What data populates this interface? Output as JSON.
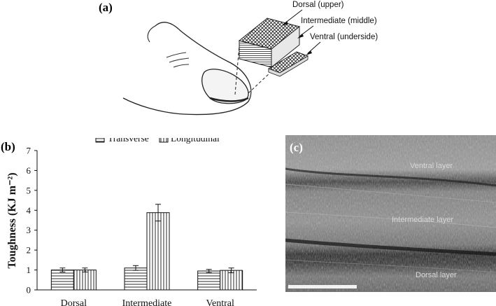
{
  "panels": {
    "a": "(a)",
    "b": "(b)",
    "c": "(c)"
  },
  "diagram_a": {
    "layer_labels": [
      "Dorsal (upper)",
      "Intermediate (middle)",
      "Ventral (underside)"
    ]
  },
  "chart_data": {
    "type": "bar",
    "categories": [
      "Dorsal",
      "Intermediate",
      "Ventral"
    ],
    "series": [
      {
        "name": "Transverse",
        "values": [
          1.0,
          1.1,
          0.95
        ],
        "errors": [
          0.1,
          0.12,
          0.08
        ],
        "pattern": "horizontal-stripes"
      },
      {
        "name": "Longitudinal",
        "values": [
          1.0,
          3.88,
          0.98
        ],
        "errors": [
          0.1,
          0.42,
          0.12
        ],
        "pattern": "vertical-stripes"
      }
    ],
    "title": "",
    "xlabel": "",
    "ylabel": "Toughness (KJ m⁻²)",
    "ylim": [
      0,
      7
    ],
    "yticks": [
      "0",
      "1",
      "2",
      "3",
      "4",
      "5",
      "6",
      "7"
    ],
    "grid": false,
    "legend_position": "top"
  },
  "micrograph_c": {
    "labels": [
      "Ventral layer",
      "Intermediate layer",
      "Dorsal layer"
    ]
  }
}
